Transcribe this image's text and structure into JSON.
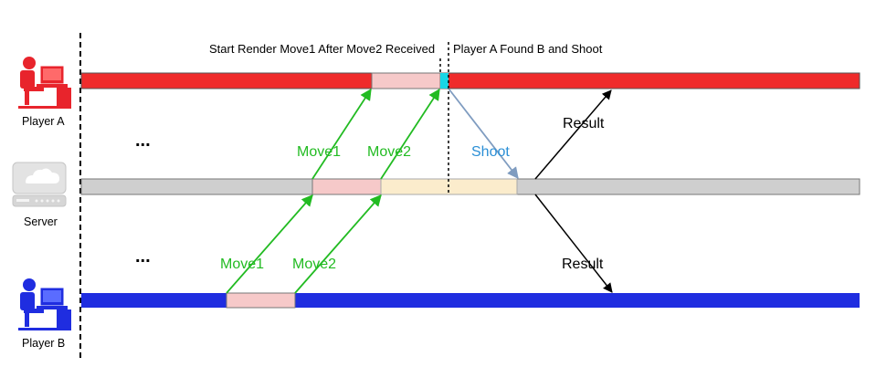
{
  "captions": {
    "start_render": "Start Render Move1 After Move2 Received",
    "found_shoot": "Player A Found B and Shoot"
  },
  "actors": {
    "player_a": "Player A",
    "server": "Server",
    "player_b": "Player B"
  },
  "labels": {
    "move1_upper": "Move1",
    "move2_upper": "Move2",
    "move1_lower": "Move1",
    "move2_lower": "Move2",
    "shoot": "Shoot",
    "result_upper": "Result",
    "result_lower": "Result",
    "ellipsis_upper": "...",
    "ellipsis_lower": "..."
  },
  "colors": {
    "player_a": "#ef2b2b",
    "server": "#cfcfcf",
    "player_b": "#1f2de0",
    "segment_pink": "#f6c9c9",
    "segment_cream": "#fbeccc",
    "highlight_cyan": "#19d6e6",
    "move_green": "#22bb22",
    "shoot_blue": "#2b8fd6",
    "shoot_arrow": "#7f9cc0"
  }
}
